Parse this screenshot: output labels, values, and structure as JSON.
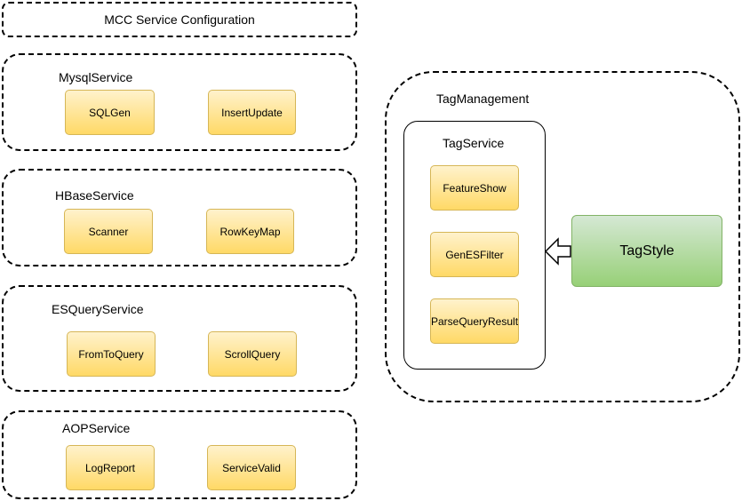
{
  "config": {
    "label": "MCC Service Configuration"
  },
  "services": [
    {
      "name": "MysqlService",
      "items": [
        "SQLGen",
        "InsertUpdate"
      ]
    },
    {
      "name": "HBaseService",
      "items": [
        "Scanner",
        "RowKeyMap"
      ]
    },
    {
      "name": "ESQueryService",
      "items": [
        "FromToQuery",
        "ScrollQuery"
      ]
    },
    {
      "name": "AOPService",
      "items": [
        "LogReport",
        "ServiceValid"
      ]
    }
  ],
  "tag_management": {
    "label": "TagManagement",
    "tag_service": {
      "label": "TagService",
      "items": [
        "FeatureShow",
        "GenESFilter",
        "ParseQueryResult"
      ]
    },
    "tag_style": "TagStyle"
  },
  "colors": {
    "module_fill_top": "#fff2cc",
    "module_fill_bottom": "#ffd966",
    "module_border": "#d6b656",
    "tagstyle_fill_top": "#d5e8d4",
    "tagstyle_fill_bottom": "#97d077",
    "tagstyle_border": "#82b366"
  }
}
